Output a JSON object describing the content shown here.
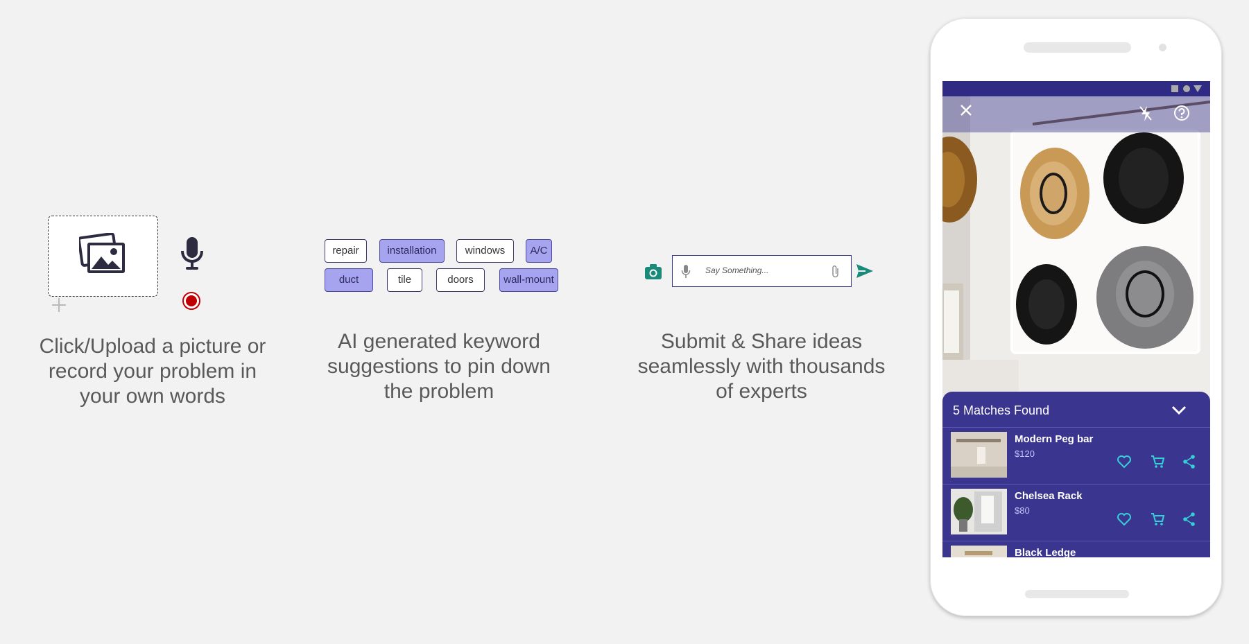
{
  "panel_upload": {
    "caption": "Click/Upload a picture or record your problem in your own words",
    "icons": [
      "image-gallery-icon",
      "plus-icon",
      "microphone-icon",
      "record-icon"
    ]
  },
  "panel_keywords": {
    "caption": "AI generated keyword suggestions to pin down the problem",
    "chips": [
      {
        "label": "repair",
        "selected": false
      },
      {
        "label": "installation",
        "selected": true
      },
      {
        "label": "windows",
        "selected": false
      },
      {
        "label": "A/C",
        "selected": true
      },
      {
        "label": "duct",
        "selected": true
      },
      {
        "label": "tile",
        "selected": false
      },
      {
        "label": "doors",
        "selected": false
      },
      {
        "label": "wall-mount",
        "selected": true
      }
    ],
    "chip_selected_color": "#a6a4ef"
  },
  "panel_submit": {
    "caption": "Submit & Share ideas seamlessly with thousands of experts",
    "input_placeholder": "Say Something...",
    "accent_color": "#1a8a7a"
  },
  "phone": {
    "primary_color": "#3a3690",
    "icon_color": "#35d0d8",
    "toolbar_icons": [
      "close-icon",
      "flash-off-icon",
      "help-icon"
    ],
    "results_title": "5 Matches Found",
    "products": [
      {
        "name": "Modern Peg bar",
        "price": "$120"
      },
      {
        "name": "Chelsea Rack",
        "price": "$80"
      },
      {
        "name": "Black Ledge",
        "price": ""
      }
    ],
    "product_actions": [
      "heart-icon",
      "cart-icon",
      "share-icon"
    ]
  }
}
